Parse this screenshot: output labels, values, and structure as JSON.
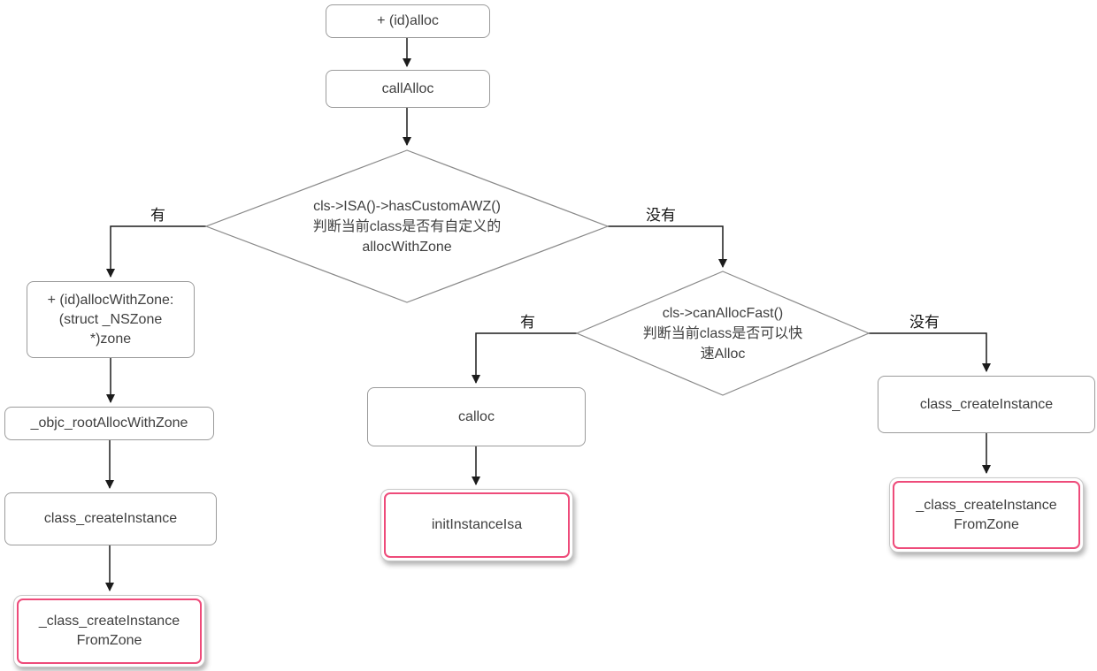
{
  "diagram": {
    "nodes": {
      "alloc": "+ (id)alloc",
      "call_alloc": "callAlloc",
      "has_custom_awz": "cls->ISA()->hasCustomAWZ()\n判断当前class是否有自定义的\nallocWithZone",
      "alloc_with_zone": "+ (id)allocWithZone:\n(struct _NSZone\n*)zone",
      "objc_root_alloc_with_zone": "_objc_rootAllocWithZone",
      "class_create_instance_left": "class_createInstance",
      "class_create_instance_from_zone_left": "_class_createInstance\nFromZone",
      "can_alloc_fast": "cls->canAllocFast()\n判断当前class是否可以快\n速Alloc",
      "calloc": "calloc",
      "init_instance_isa": "initInstanceIsa",
      "class_create_instance_right": "class_createInstance",
      "class_create_instance_from_zone_right": "_class_createInstance\nFromZone"
    },
    "edge_labels": {
      "awz_yes": "有",
      "awz_no": "没有",
      "fast_yes": "有",
      "fast_no": "没有"
    },
    "colors": {
      "box_border": "#9b9b9b",
      "highlight": "#ee4b7a",
      "line": "#1c1c1c",
      "text": "#3f3f3f"
    }
  }
}
